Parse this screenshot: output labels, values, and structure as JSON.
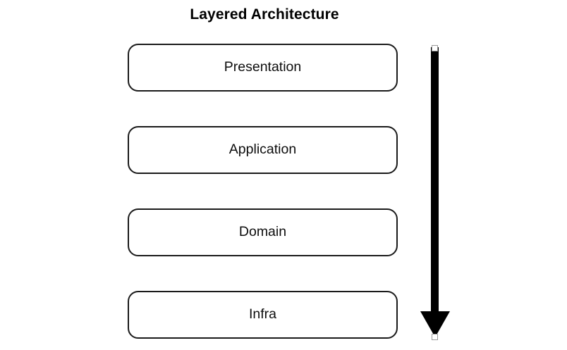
{
  "diagram": {
    "title": "Layered Architecture",
    "type": "layered-stack",
    "background_color": "#ffffff",
    "stroke_color": "#1a1a1a",
    "text_color": "#0d0d0d",
    "layers": [
      {
        "label": "Presentation",
        "order": 1
      },
      {
        "label": "Application",
        "order": 2
      },
      {
        "label": "Domain",
        "order": 3
      },
      {
        "label": "Infra",
        "order": 4
      }
    ],
    "arrow": {
      "name": "dependency-direction-arrow",
      "direction": "down",
      "color": "#000000",
      "selected": true,
      "handle_color": "#ffffff"
    }
  }
}
